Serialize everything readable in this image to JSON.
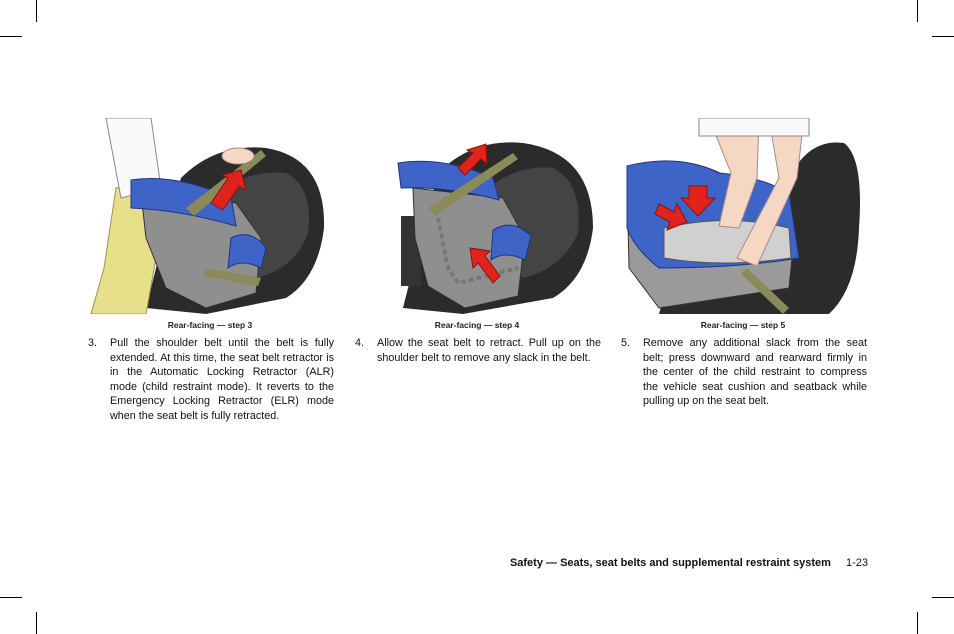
{
  "figures": [
    {
      "caption": "Rear-facing — step 3",
      "step_number": "3.",
      "step_text": "Pull the shoulder belt until the belt is fully extended. At this time, the seat belt retractor is in the Automatic Locking Retractor (ALR) mode (child restraint mode). It reverts to the Emergency Locking Retractor (ELR) mode when the seat belt is fully retracted."
    },
    {
      "caption": "Rear-facing — step 4",
      "step_number": "4.",
      "step_text": "Allow the seat belt to retract. Pull up on the shoulder belt to remove any slack in the belt."
    },
    {
      "caption": "Rear-facing — step 5",
      "step_number": "5.",
      "step_text": "Remove any additional slack from the seat belt; press downward and rearward firmly in the center of the child restraint to compress the vehicle seat cushion and seatback while pulling up on the seat belt."
    }
  ],
  "footer": {
    "section_title": "Safety — Seats, seat belts and supplemental restraint system",
    "page_number": "1-23"
  },
  "colors": {
    "seat_dark": "#2b2b2b",
    "restraint_blue": "#3f64c8",
    "arrow_red": "#e0241b",
    "belt_olive": "#8a8a5a",
    "pants_yellow": "#e6e08a"
  }
}
